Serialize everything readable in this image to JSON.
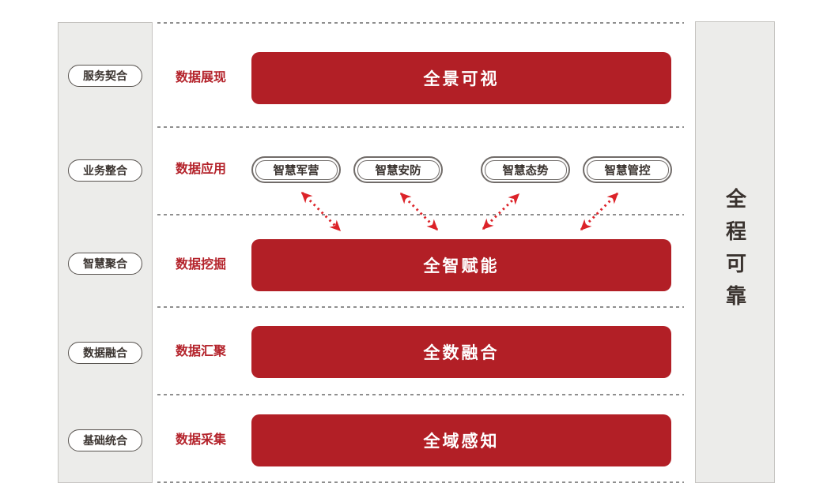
{
  "left_panel": {
    "items": [
      {
        "label": "服务契合"
      },
      {
        "label": "业务整合"
      },
      {
        "label": "智慧聚合"
      },
      {
        "label": "数据融合"
      },
      {
        "label": "基础统合"
      }
    ]
  },
  "rows": [
    {
      "label": "数据展现",
      "bar": "全景可视"
    },
    {
      "label": "数据应用",
      "apps": [
        "智慧军营",
        "智慧安防",
        "智慧态势",
        "智慧管控"
      ]
    },
    {
      "label": "数据挖掘",
      "bar": "全智赋能"
    },
    {
      "label": "数据汇聚",
      "bar": "全数融合"
    },
    {
      "label": "数据采集",
      "bar": "全域感知"
    }
  ],
  "right_panel": {
    "label": "全程可靠"
  },
  "icons": {
    "arrows": "bidirectional-dashed-arrow"
  },
  "colors": {
    "bar_red": "#B21F26",
    "label_red": "#B4232B",
    "arrow_red": "#DC2329",
    "panel_gray": "#ECECEA",
    "panel_border": "#C5C3C0",
    "text_dark": "#3A332F",
    "separator_gray": "#8F8F8F"
  }
}
